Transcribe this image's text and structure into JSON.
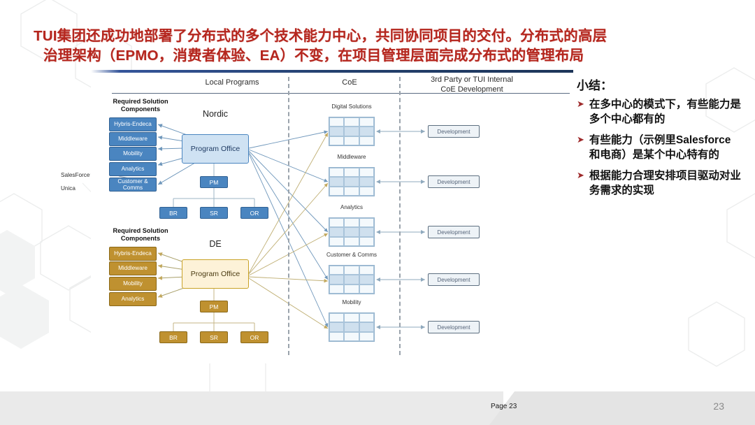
{
  "title": {
    "line1": "TUI集团还成功地部署了分布式的多个技术能力中心，共同协同项目的交付。分布式的高层",
    "line2": "治理架构（EPMO，消费者体验、EA）不变，在项目管理层面完成分布式的管理布局"
  },
  "diagram": {
    "column_headers": [
      {
        "label": "Local Programs"
      },
      {
        "label": "CoE"
      },
      {
        "label": "3rd Party  or TUI Internal"
      },
      {
        "label": "CoE Development"
      }
    ],
    "nordic": {
      "required_label_line1": "Required Solution",
      "required_label_line2": "Components",
      "center_name": "Nordic",
      "program_office": "Program Office",
      "pm": "PM",
      "roles": [
        "BR",
        "SR",
        "OR"
      ],
      "components": [
        "Hybris-Endeca",
        "Middleware",
        "Mobility",
        "Analytics",
        "Customer & Comms"
      ],
      "color": "#4a85c0"
    },
    "de": {
      "required_label_line1": "Required Solution",
      "required_label_line2": "Components",
      "center_name": "DE",
      "program_office": "Program Office",
      "pm": "PM",
      "roles": [
        "BR",
        "SR",
        "OR"
      ],
      "components": [
        "Hybris-Endeca",
        "Middleware",
        "Mobility",
        "Analytics"
      ],
      "color": "#bf9130"
    },
    "external_sources": [
      "SalesForce",
      "Unica"
    ],
    "coe_units": [
      {
        "label": "Digital Solutions",
        "development": "Development"
      },
      {
        "label": "Middleware",
        "development": "Development"
      },
      {
        "label": "Analytics",
        "development": "Development"
      },
      {
        "label": "Customer & Comms",
        "development": "Development"
      },
      {
        "label": "Mobility",
        "development": "Development"
      }
    ]
  },
  "summary": {
    "title": "小结：",
    "bullet_marker": "➤",
    "items": [
      "在多中心的模式下，有些能力是多个中心都有的",
      "有些能力（示例里Salesforce和电商）是某个中心特有的",
      "根据能力合理安排项目驱动对业务需求的实现"
    ]
  },
  "footer": {
    "page_label": "Page 23",
    "slide_number": "23"
  },
  "colors": {
    "title_red": "#b5261e",
    "nordic_blue": "#4a85c0",
    "de_gold": "#bf9130",
    "bullet_red": "#9e2a2b"
  }
}
